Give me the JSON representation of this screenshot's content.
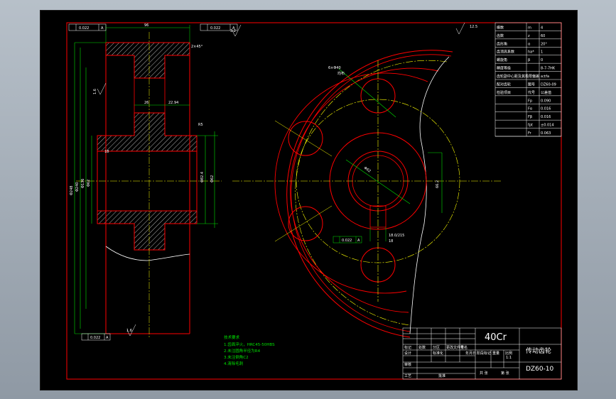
{
  "colors": {
    "background": "#000000",
    "outline": "#ff0000",
    "centerline": "#ffff00",
    "dimension": "#00e000",
    "hatch": "#ffffff",
    "text": "#ffffff"
  },
  "title_block": {
    "material": "40Cr",
    "part_name": "传动齿轮",
    "drawing_no": "DZ60-10",
    "scale": "1:1",
    "cells": [
      "标记",
      "处数",
      "分区",
      "更改文件号",
      "签名",
      "年月日",
      "设计",
      "标准化",
      "阶段标记",
      "重量",
      "比例",
      "审核",
      "工艺",
      "批准",
      "共 张",
      "第 张"
    ]
  },
  "param_table": {
    "rows": [
      [
        "模数",
        "m",
        "4"
      ],
      [
        "齿数",
        "z",
        "60"
      ],
      [
        "齿形角",
        "α",
        "20°"
      ],
      [
        "齿顶高系数",
        "ha*",
        "1"
      ],
      [
        "螺旋角",
        "β",
        "0"
      ],
      [
        "精度等级",
        "",
        "8-7-7HK"
      ],
      [
        "齿轮副中心距及其极限偏差",
        "",
        "a±fa"
      ],
      [
        "配对齿轮",
        "图号",
        "DZ60-09"
      ],
      [
        "检验项目",
        "代号",
        "公差值"
      ],
      [
        "",
        "Fp",
        "0.090"
      ],
      [
        "",
        "Fα",
        "0.016"
      ],
      [
        "",
        "Fβ",
        "0.016"
      ],
      [
        "",
        "fpt",
        "±0.014"
      ],
      [
        "",
        "Fr",
        "0.063"
      ]
    ]
  },
  "tech_notes": {
    "title": "技术要求",
    "lines": [
      "1.齿面淬火，HRC45-50HBS",
      "2.未注圆角半径为R4",
      "3.未注倒角C2",
      "4.清除毛刺"
    ]
  },
  "dimensions": {
    "width_top": "96",
    "chamfer": "2×45°",
    "tol_flatness_left": "0.022",
    "tol_flatness_right": "0.022",
    "ref_a": "A",
    "web_thickness": "26",
    "web_dim": "22.94",
    "fillet": "R5",
    "bore": "Φ62",
    "hub_dia": "Φ82.4",
    "d_ring1": "Φ136",
    "d_ring2": "Φ240",
    "d_outer": "Φ248",
    "hole_pattern": "6×Φ40",
    "hole_note": "均布",
    "keyway_width": "18",
    "keyway_tol": "18.0/215",
    "keyway_depth": "66.2",
    "runout": "0.022",
    "tol_bottom": "0.022",
    "roughness_top_right": "12.5",
    "roughness_1": "3.2",
    "roughness_2": "1.6",
    "roughness_3": "1.6"
  }
}
